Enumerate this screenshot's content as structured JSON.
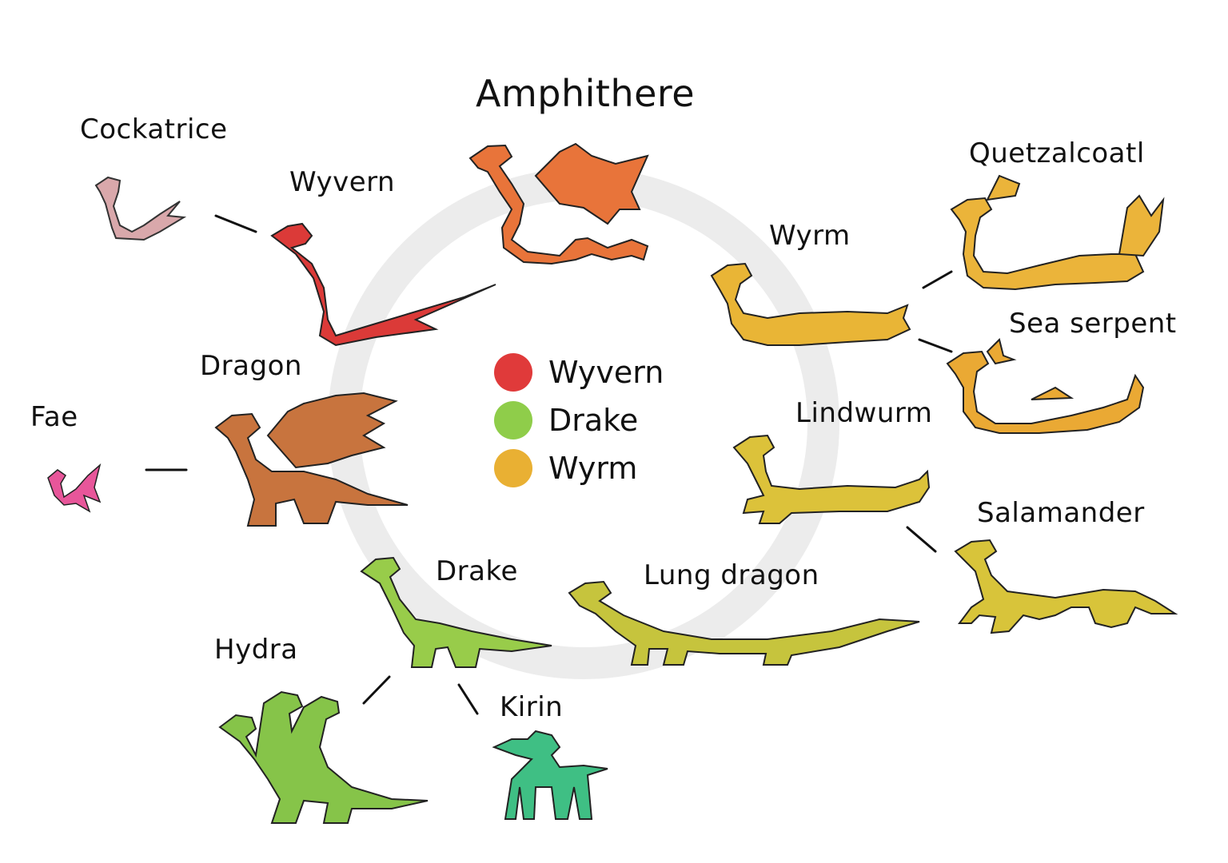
{
  "legend": [
    {
      "label": "Wyvern",
      "color": "#e03a3a"
    },
    {
      "label": "Drake",
      "color": "#8fcd4a"
    },
    {
      "label": "Wyrm",
      "color": "#e9b033"
    }
  ],
  "creatures": {
    "amphithere": {
      "label": "Amphithere",
      "color": "#e8743a"
    },
    "cockatrice": {
      "label": "Cockatrice",
      "color": "#d9a8ab"
    },
    "wyvern": {
      "label": "Wyvern",
      "color": "#db3a38"
    },
    "dragon": {
      "label": "Dragon",
      "color": "#c8743e"
    },
    "fae": {
      "label": "Fae",
      "color": "#e8569a"
    },
    "drake": {
      "label": "Drake",
      "color": "#98cc4a"
    },
    "hydra": {
      "label": "Hydra",
      "color": "#86c449"
    },
    "kirin": {
      "label": "Kirin",
      "color": "#3fbf84"
    },
    "lung_dragon": {
      "label": "Lung dragon",
      "color": "#c6c43d"
    },
    "wyrm": {
      "label": "Wyrm",
      "color": "#e9b536"
    },
    "quetzalcoatl": {
      "label": "Quetzalcoatl",
      "color": "#ebb43a"
    },
    "sea_serpent": {
      "label": "Sea serpent",
      "color": "#eaa934"
    },
    "lindwurm": {
      "label": "Lindwurm",
      "color": "#dcc23a"
    },
    "salamander": {
      "label": "Salamander",
      "color": "#d8c43a"
    }
  }
}
